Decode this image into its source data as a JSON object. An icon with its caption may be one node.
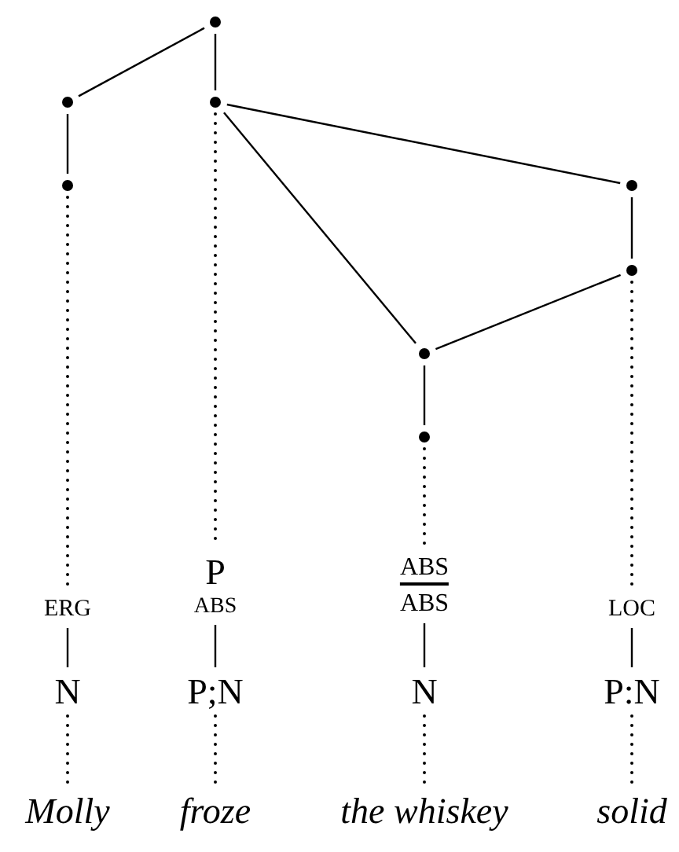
{
  "diagram": {
    "nodes": [
      {
        "text": [],
        "shape": "circle"
      },
      {
        "text": [],
        "shape": "circle"
      },
      {
        "text": [],
        "shape": "circle"
      },
      {
        "text": [],
        "shape": "circle"
      },
      {
        "text": [],
        "shape": "circle"
      },
      {
        "text": [],
        "shape": "circle"
      },
      {
        "text": [],
        "shape": "circle"
      },
      {
        "text": [],
        "shape": "circle"
      },
      {
        "text": [
          "ERG"
        ]
      },
      {
        "text": [
          "P",
          "ABS"
        ]
      },
      {
        "text": [
          "ABS",
          "ABS"
        ]
      },
      {
        "text": [
          "LOC"
        ]
      },
      {
        "text": [
          "N"
        ]
      },
      {
        "text": [
          "P;N"
        ]
      },
      {
        "text": [
          "N"
        ]
      },
      {
        "text": [
          "P:N"
        ]
      },
      {
        "text": [
          "Molly"
        ]
      },
      {
        "text": [
          "froze"
        ]
      },
      {
        "text": [
          "the whiskey"
        ]
      },
      {
        "text": [
          "solid"
        ]
      }
    ],
    "edges": [
      {
        "from": 0,
        "to": 1,
        "arrow": "none"
      },
      {
        "from": 0,
        "to": 2,
        "arrow": "none"
      },
      {
        "from": 1,
        "to": 3,
        "arrow": "none"
      },
      {
        "from": 2,
        "to": 4,
        "arrow": "none"
      },
      {
        "from": 2,
        "to": 6,
        "arrow": "none"
      },
      {
        "from": 4,
        "to": 5,
        "arrow": "none"
      },
      {
        "from": 5,
        "to": 6,
        "arrow": "none"
      },
      {
        "from": 6,
        "to": 7,
        "arrow": "none"
      },
      {
        "from": 3,
        "to": 8,
        "arrow": "none",
        "style": "dashed"
      },
      {
        "from": 2,
        "to": 9,
        "arrow": "none",
        "style": "dashed"
      },
      {
        "from": 7,
        "to": 10,
        "arrow": "none",
        "style": "dashed"
      },
      {
        "from": 5,
        "to": 11,
        "arrow": "none",
        "style": "dashed"
      },
      {
        "from": 8,
        "to": 12,
        "arrow": "none"
      },
      {
        "from": 9,
        "to": 13,
        "arrow": "none"
      },
      {
        "from": 10,
        "to": 14,
        "arrow": "none"
      },
      {
        "from": 11,
        "to": 15,
        "arrow": "none"
      },
      {
        "from": 12,
        "to": 16,
        "arrow": "none",
        "style": "dashed"
      },
      {
        "from": 13,
        "to": 17,
        "arrow": "none",
        "style": "dashed"
      },
      {
        "from": 14,
        "to": 18,
        "arrow": "none",
        "style": "dashed"
      },
      {
        "from": 15,
        "to": 19,
        "arrow": "none",
        "style": "dashed"
      }
    ]
  }
}
